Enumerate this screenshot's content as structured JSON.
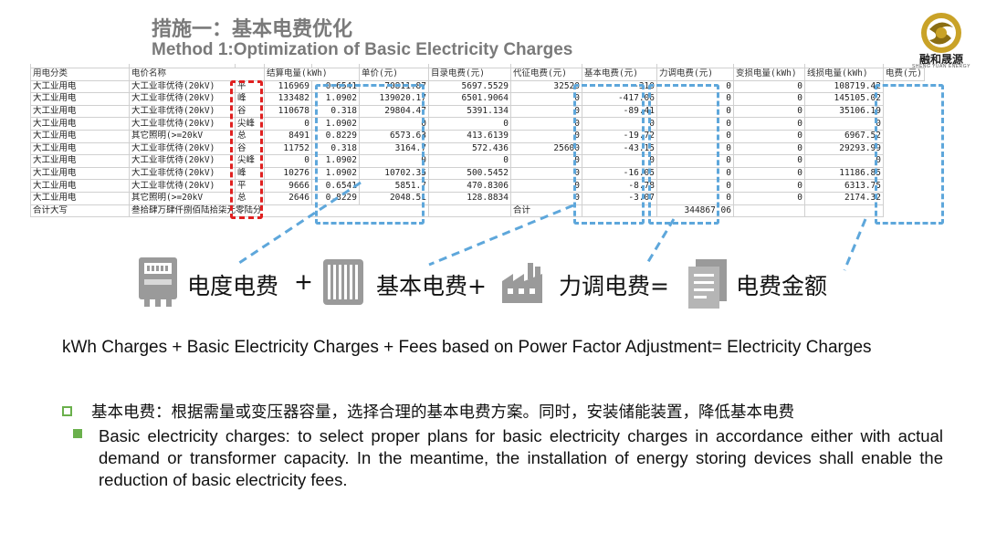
{
  "header": {
    "title_cn": "措施一：基本电费优化",
    "title_en": "Method 1:Optimization of Basic Electricity Charges"
  },
  "logo": {
    "name_cn": "融和晟源",
    "name_en": "SHENG YUAN ENERGY",
    "color_gold": "#c9a227"
  },
  "table": {
    "headers": [
      "用电分类",
      "电价名称",
      "结算电量(kWh)",
      "单价(元)",
      "目录电费(元)",
      "代征电费(元)",
      "基本电费(元)",
      "力调电费(元)",
      "变损电量(kWh)",
      "线损电量(kWh)",
      "电费(元)"
    ],
    "rows": [
      [
        "大工业用电",
        "大工业非优待(20kV)",
        "平",
        "116969",
        "0.6541",
        "70811.87",
        "5697.5529",
        "32520",
        "-310",
        "0",
        "0",
        "108719.42"
      ],
      [
        "大工业用电",
        "大工业非优待(20kV)",
        "峰",
        "133482",
        "1.0902",
        "139020.17",
        "6501.9064",
        "0",
        "-417.06",
        "0",
        "0",
        "145105.02"
      ],
      [
        "大工业用电",
        "大工业非优待(20kV)",
        "谷",
        "110678",
        "0.318",
        "29804.47",
        "5391.134",
        "0",
        "-89.41",
        "0",
        "0",
        "35106.19"
      ],
      [
        "大工业用电",
        "大工业非优待(20kV)",
        "尖峰",
        "0",
        "1.0902",
        "0",
        "0",
        "0",
        "0",
        "0",
        "0",
        "0"
      ],
      [
        "大工业用电",
        "其它照明(>=20kV",
        "总",
        "8491",
        "0.8229",
        "6573.63",
        "413.6139",
        "0",
        "-19.72",
        "0",
        "0",
        "6967.52"
      ],
      [
        "大工业用电",
        "大工业非优待(20kV)",
        "谷",
        "11752",
        "0.318",
        "3164.7",
        "572.436",
        "25600",
        "-43.15",
        "0",
        "0",
        "29293.99"
      ],
      [
        "大工业用电",
        "大工业非优待(20kV)",
        "尖峰",
        "0",
        "1.0902",
        "0",
        "0",
        "0",
        "0",
        "0",
        "0",
        "0"
      ],
      [
        "大工业用电",
        "大工业非优待(20kV)",
        "峰",
        "10276",
        "1.0902",
        "10702.35",
        "500.5452",
        "0",
        "-16.05",
        "0",
        "0",
        "11186.85"
      ],
      [
        "大工业用电",
        "大工业非优待(20kV)",
        "平",
        "9666",
        "0.6541",
        "5851.7",
        "470.8306",
        "0",
        "-8.78",
        "0",
        "0",
        "6313.75"
      ],
      [
        "大工业用电",
        "其它照明(>=20kV",
        "总",
        "2646",
        "0.8229",
        "2048.51",
        "128.8834",
        "0",
        "-3.07",
        "0",
        "0",
        "2174.32"
      ]
    ],
    "total_label": "合计大写",
    "total_words": "叁拾肆万肆仟捌佰陆拾柒元零陆分",
    "total_short_label": "合计",
    "total_value": "344867.06"
  },
  "formula": {
    "term1": "电度电费",
    "plus1": "+",
    "term2": "基本电费+",
    "term3": "力调电费=",
    "term4": "电费金额",
    "icon1": "electric-meter-icon",
    "icon2": "transformer-icon",
    "icon3": "factory-icon",
    "icon4": "bill-document-icon",
    "icon_color": "#9a9a9a"
  },
  "formula_en": "kWh Charges + Basic Electricity Charges + Fees based on Power Factor Adjustment= Electricity Charges",
  "bullets": {
    "cn": "基本电费：根据需量或变压器容量，选择合理的基本电费方案。同时，安装储能装置，降低基本电费",
    "en": "Basic electricity charges: to select proper plans for basic electricity charges in accordance either with actual demand or transformer capacity. In the meantime, the installation of energy storing devices shall enable the reduction of basic electricity fees.",
    "bullet_color": "#6ab04c"
  },
  "colors": {
    "dash_blue": "#5ea7db",
    "dash_red": "#e02020",
    "title_gray": "#7a7a7a"
  }
}
